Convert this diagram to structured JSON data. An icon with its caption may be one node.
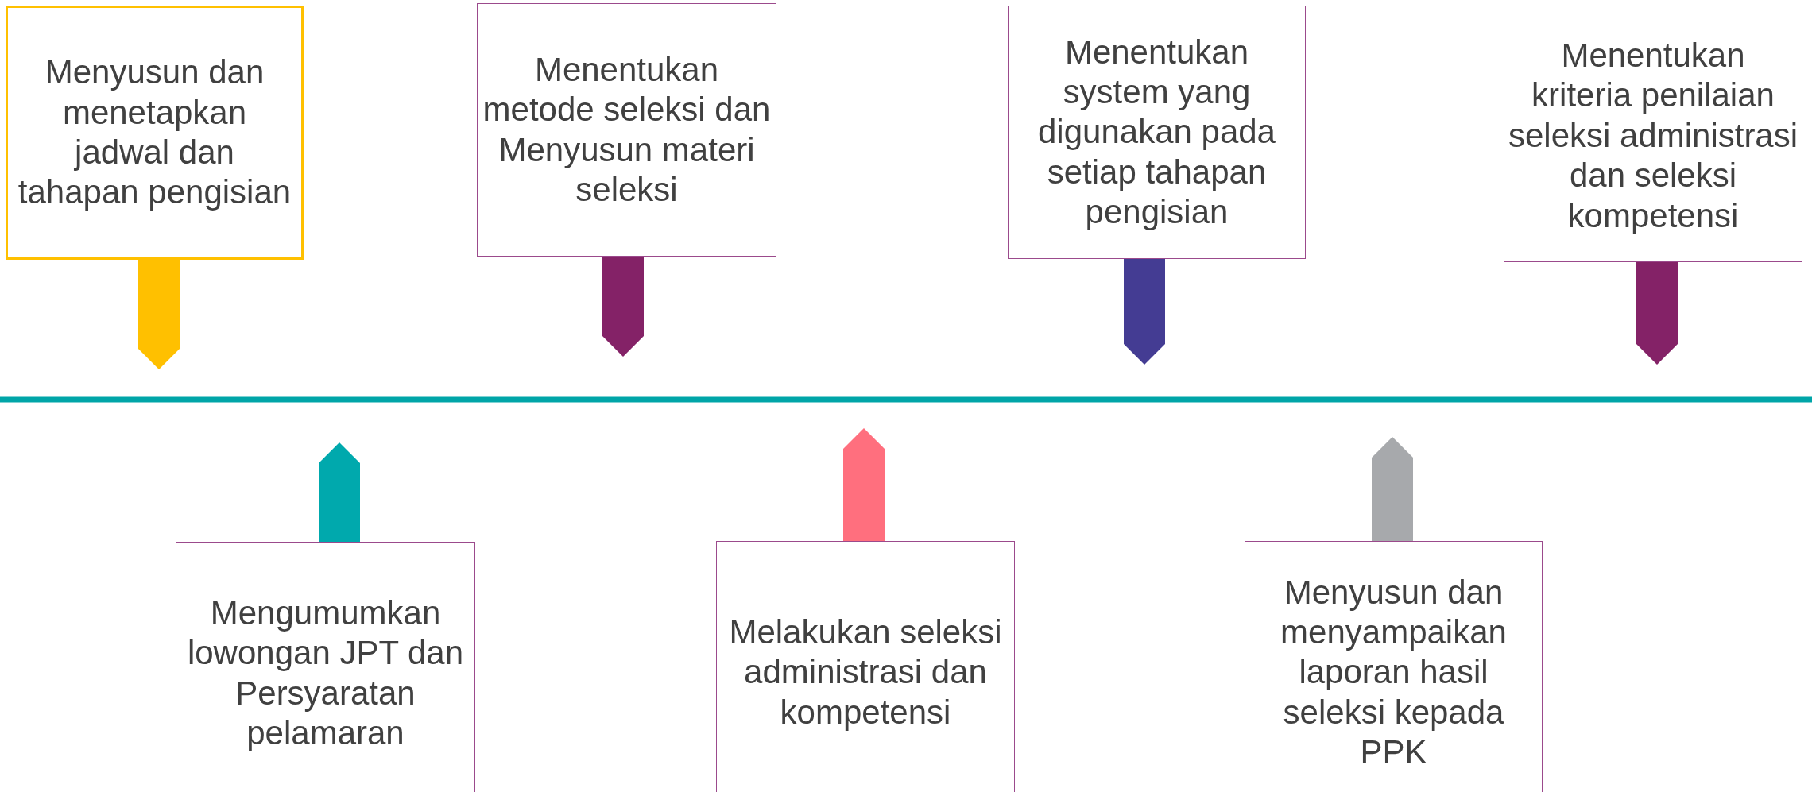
{
  "diagram": {
    "nodes": [
      {
        "text": [
          "Menyusun dan menetapkan jadwal dan tahapan pengisian"
        ]
      },
      {
        "text": [
          "Menentukan metode seleksi dan Menyusun materi seleksi"
        ]
      },
      {
        "text": [
          "Menentukan system yang digunakan pada setiap tahapan pengisian"
        ]
      },
      {
        "text": [
          "Menentukan kriteria penilaian seleksi administrasi dan seleksi kompetensi"
        ]
      },
      {
        "text": [
          "Mengumumkan lowongan JPT dan Persyaratan pelamaran"
        ]
      },
      {
        "text": [
          "Melakukan seleksi administrasi dan kompetensi"
        ]
      },
      {
        "text": [
          "Menyusun dan menyampaikan laporan hasil seleksi kepada PPK"
        ]
      }
    ],
    "edges": [
      {
        "from": 0,
        "to": null,
        "arrow": "to",
        "style": "thick",
        "color": "#ffc000"
      },
      {
        "from": 1,
        "to": null,
        "arrow": "to",
        "style": "thick",
        "color": "#842267"
      },
      {
        "from": 2,
        "to": null,
        "arrow": "to",
        "style": "thick",
        "color": "#443c93"
      },
      {
        "from": 3,
        "to": null,
        "arrow": "to",
        "style": "thick",
        "color": "#842267"
      },
      {
        "from": 4,
        "to": null,
        "arrow": "to",
        "style": "thick",
        "color": "#00a9ad"
      },
      {
        "from": 5,
        "to": null,
        "arrow": "to",
        "style": "thick",
        "color": "#ff6f7e"
      },
      {
        "from": 6,
        "to": null,
        "arrow": "to",
        "style": "thick",
        "color": "#a7a9ac"
      }
    ]
  }
}
